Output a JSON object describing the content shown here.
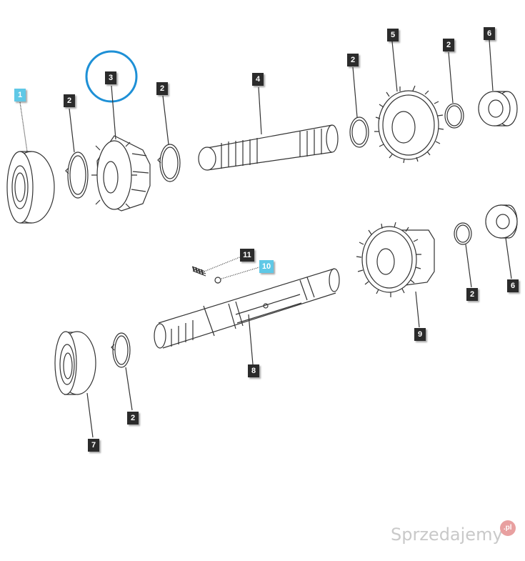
{
  "highlight_color": "#1e90d6",
  "label_colors": {
    "default": "#2b2b2b",
    "selected": "#5fc8e6"
  },
  "selected_part": "3",
  "labels": [
    {
      "id": "1",
      "text": "1"
    },
    {
      "id": "2a",
      "text": "2"
    },
    {
      "id": "3",
      "text": "3"
    },
    {
      "id": "2b",
      "text": "2"
    },
    {
      "id": "4",
      "text": "4"
    },
    {
      "id": "2c",
      "text": "2"
    },
    {
      "id": "5",
      "text": "5"
    },
    {
      "id": "2d",
      "text": "2"
    },
    {
      "id": "6a",
      "text": "6"
    },
    {
      "id": "11",
      "text": "11"
    },
    {
      "id": "10",
      "text": "10"
    },
    {
      "id": "2e",
      "text": "2"
    },
    {
      "id": "6b",
      "text": "6"
    },
    {
      "id": "9",
      "text": "9"
    },
    {
      "id": "8",
      "text": "8"
    },
    {
      "id": "2f",
      "text": "2"
    },
    {
      "id": "7",
      "text": "7"
    }
  ],
  "watermark": {
    "text": "Sprzedajemy",
    "suffix": ".pl"
  }
}
